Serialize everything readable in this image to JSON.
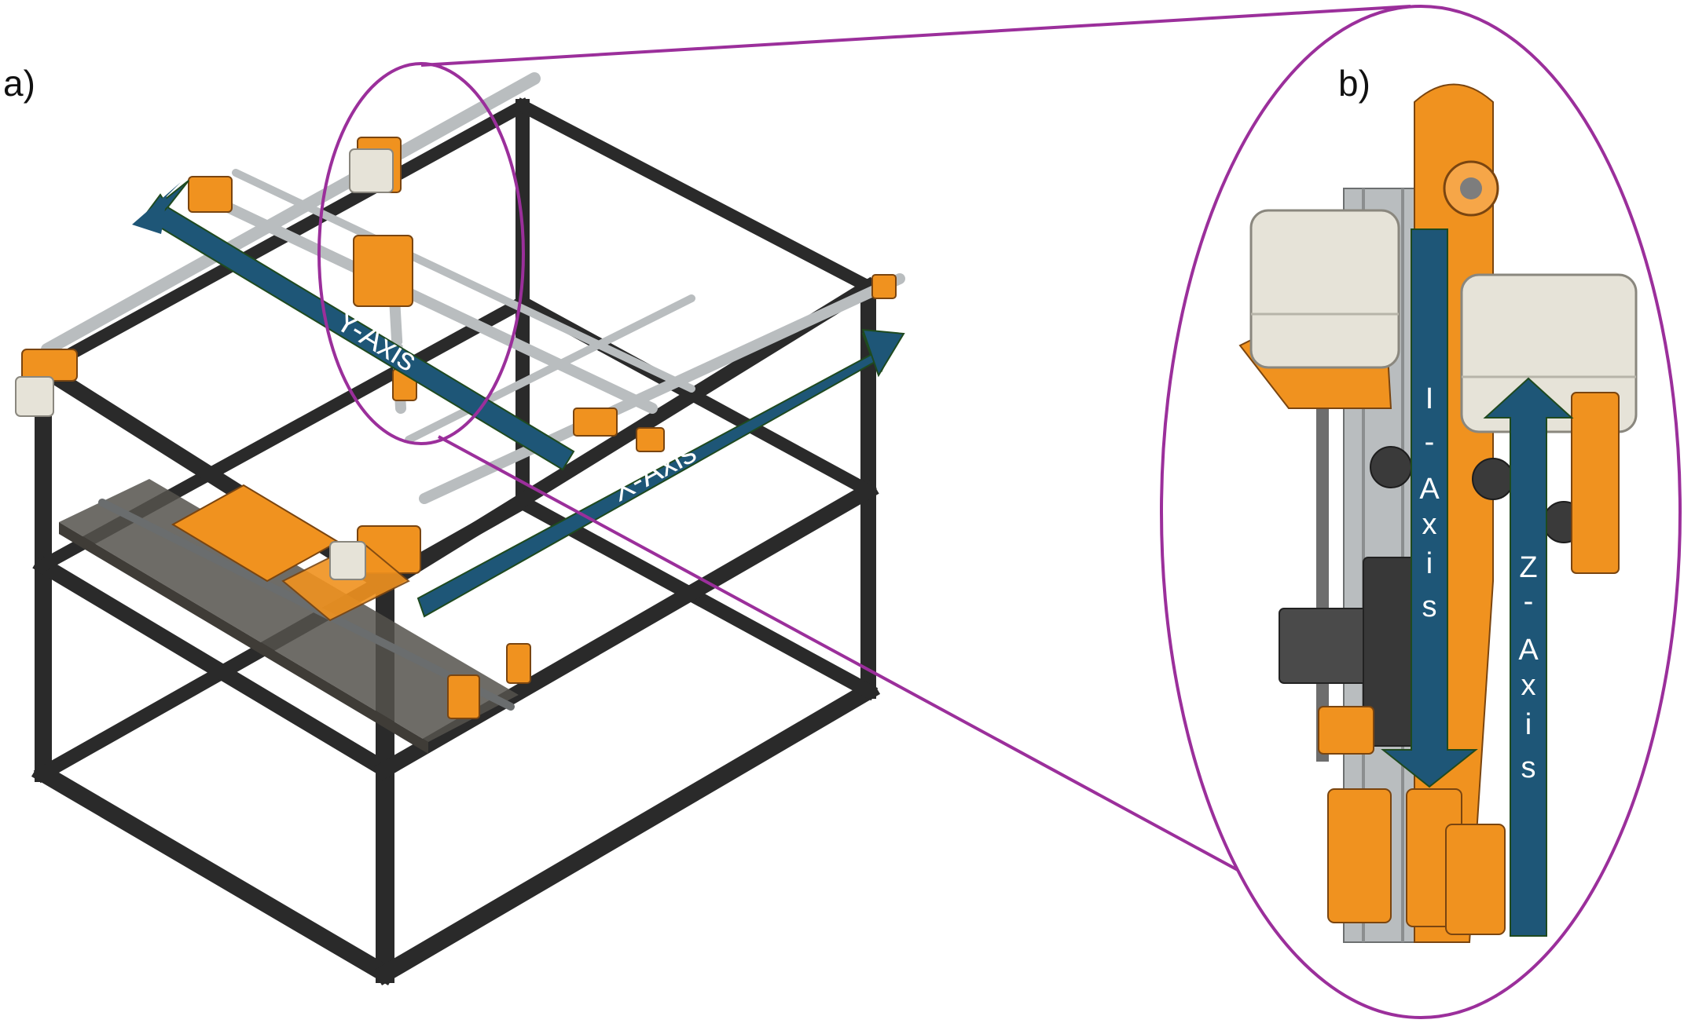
{
  "panels": {
    "a_label": "a)",
    "b_label": "b)"
  },
  "arrows": {
    "y_axis": "Y-Axis",
    "x_axis": "X-Axis",
    "i_axis_chars": [
      "I",
      "-",
      "A",
      "x",
      "i",
      "s"
    ],
    "z_axis_chars": [
      "Z",
      "-",
      "A",
      "x",
      "i",
      "s"
    ]
  },
  "colors": {
    "arrow_fill": "#1e5677",
    "arrow_outline": "#1f4a1f",
    "callout": "#9b2f9b",
    "frame": "#2a2a2a",
    "rail": "#b9bdbf",
    "part": "#f0921f",
    "motor": "#e6e3d8",
    "bed": "#55524c"
  },
  "icons": [
    "zoom-callout-ellipse",
    "frame-structure",
    "stepper-motor"
  ]
}
